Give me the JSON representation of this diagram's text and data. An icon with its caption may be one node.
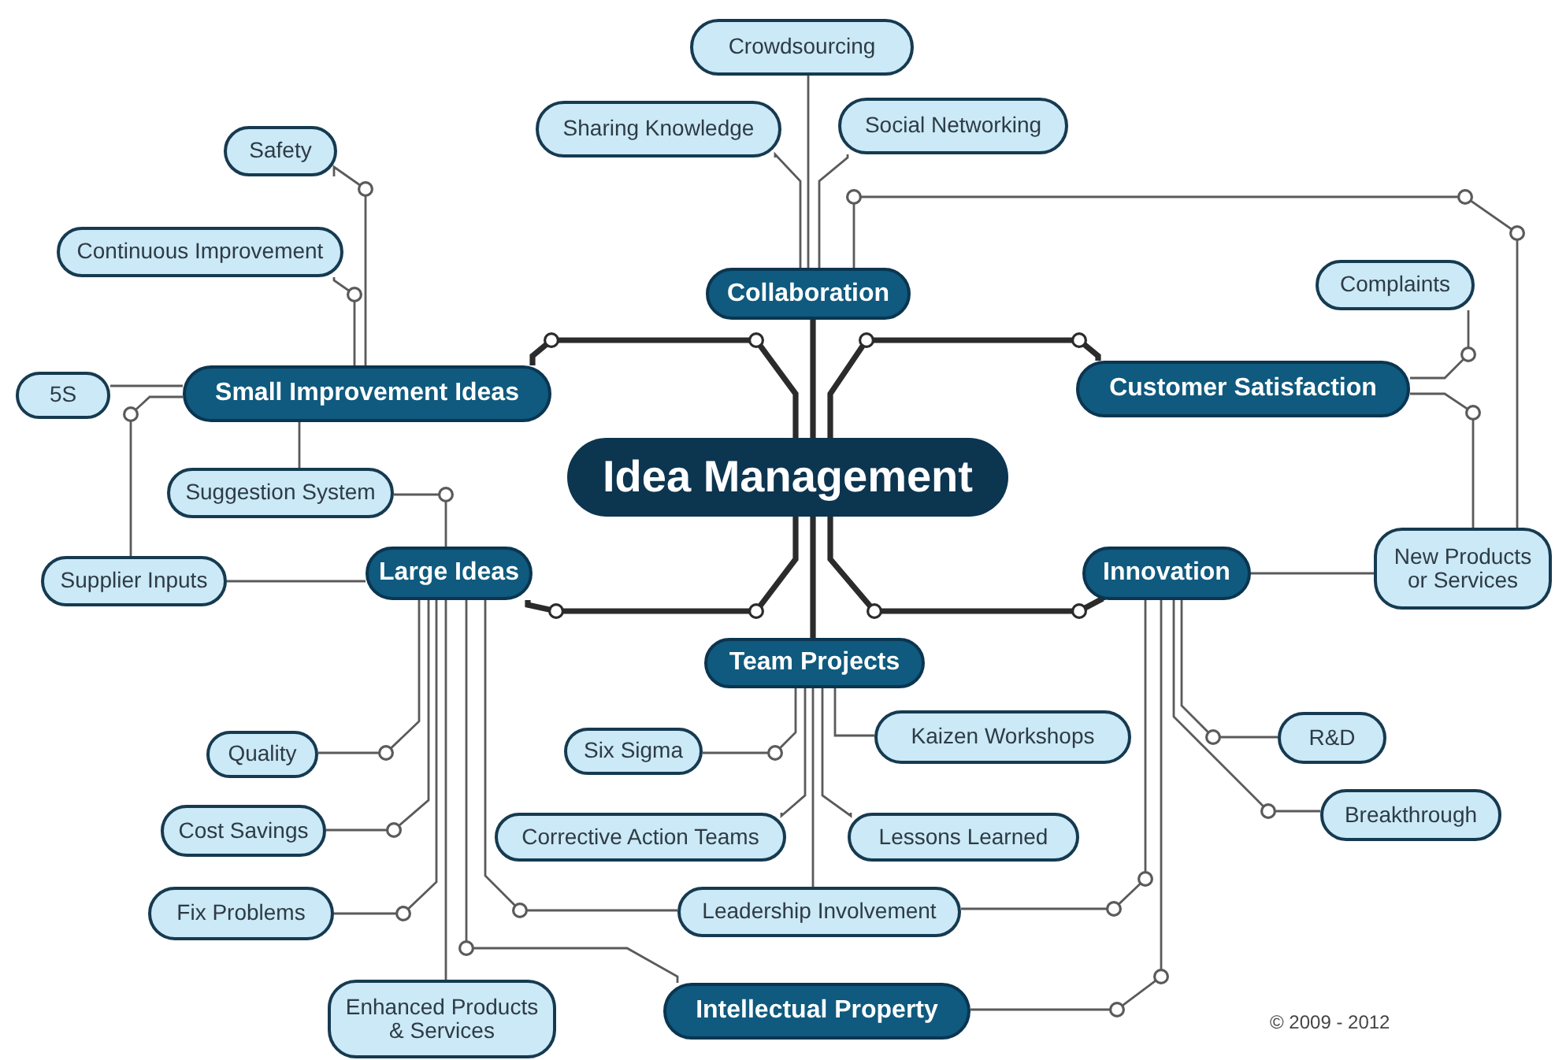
{
  "diagram": {
    "nodes": [
      {
        "text": [
          "Idea Management"
        ]
      },
      {
        "text": [
          "Collaboration"
        ]
      },
      {
        "text": [
          "Crowdsourcing"
        ]
      },
      {
        "text": [
          "Sharing Knowledge"
        ]
      },
      {
        "text": [
          "Social Networking"
        ]
      },
      {
        "text": [
          "Small Improvement Ideas"
        ]
      },
      {
        "text": [
          "Safety"
        ]
      },
      {
        "text": [
          "Continuous Improvement"
        ]
      },
      {
        "text": [
          "5S"
        ]
      },
      {
        "text": [
          "Suggestion System"
        ]
      },
      {
        "text": [
          "Supplier Inputs"
        ]
      },
      {
        "text": [
          "Large Ideas"
        ]
      },
      {
        "text": [
          "Customer Satisfaction"
        ]
      },
      {
        "text": [
          "Complaints"
        ]
      },
      {
        "text": [
          "New Products or Services"
        ]
      },
      {
        "text": [
          "Innovation"
        ]
      },
      {
        "text": [
          "Team Projects"
        ]
      },
      {
        "text": [
          "Six Sigma"
        ]
      },
      {
        "text": [
          "Kaizen Workshops"
        ]
      },
      {
        "text": [
          "Corrective Action Teams"
        ]
      },
      {
        "text": [
          "Lessons Learned"
        ]
      },
      {
        "text": [
          "Leadership Involvement"
        ]
      },
      {
        "text": [
          "Quality"
        ]
      },
      {
        "text": [
          "Cost Savings"
        ]
      },
      {
        "text": [
          "Fix Problems"
        ]
      },
      {
        "text": [
          "Enhanced Products & Services"
        ]
      },
      {
        "text": [
          "Intellectual Property"
        ]
      },
      {
        "text": [
          "R&D"
        ]
      },
      {
        "text": [
          "Breakthrough"
        ]
      }
    ],
    "edges": [
      {
        "from": 0,
        "to": 1,
        "arrow": "none",
        "style": "thick"
      },
      {
        "from": 0,
        "to": 5,
        "arrow": "none",
        "style": "thick"
      },
      {
        "from": 0,
        "to": 12,
        "arrow": "none",
        "style": "thick"
      },
      {
        "from": 0,
        "to": 11,
        "arrow": "none",
        "style": "thick"
      },
      {
        "from": 0,
        "to": 15,
        "arrow": "none",
        "style": "thick"
      },
      {
        "from": 0,
        "to": 16,
        "arrow": "none",
        "style": "thick"
      },
      {
        "from": 1,
        "to": 2,
        "arrow": "none"
      },
      {
        "from": 1,
        "to": 3,
        "arrow": "none"
      },
      {
        "from": 1,
        "to": 4,
        "arrow": "none"
      },
      {
        "from": 1,
        "to": 14,
        "arrow": "none"
      },
      {
        "from": 5,
        "to": 6,
        "arrow": "none"
      },
      {
        "from": 5,
        "to": 7,
        "arrow": "none"
      },
      {
        "from": 5,
        "to": 8,
        "arrow": "none"
      },
      {
        "from": 5,
        "to": 9,
        "arrow": "none"
      },
      {
        "from": 5,
        "to": 10,
        "arrow": "none"
      },
      {
        "from": 11,
        "to": 10,
        "arrow": "none"
      },
      {
        "from": 11,
        "to": 9,
        "arrow": "none"
      },
      {
        "from": 11,
        "to": 22,
        "arrow": "none"
      },
      {
        "from": 11,
        "to": 23,
        "arrow": "none"
      },
      {
        "from": 11,
        "to": 24,
        "arrow": "none"
      },
      {
        "from": 11,
        "to": 25,
        "arrow": "none"
      },
      {
        "from": 11,
        "to": 26,
        "arrow": "none"
      },
      {
        "from": 11,
        "to": 21,
        "arrow": "none"
      },
      {
        "from": 12,
        "to": 13,
        "arrow": "none"
      },
      {
        "from": 12,
        "to": 14,
        "arrow": "none"
      },
      {
        "from": 15,
        "to": 14,
        "arrow": "none"
      },
      {
        "from": 15,
        "to": 27,
        "arrow": "none"
      },
      {
        "from": 15,
        "to": 28,
        "arrow": "none"
      },
      {
        "from": 15,
        "to": 21,
        "arrow": "none"
      },
      {
        "from": 15,
        "to": 26,
        "arrow": "none"
      },
      {
        "from": 16,
        "to": 17,
        "arrow": "none"
      },
      {
        "from": 16,
        "to": 18,
        "arrow": "none"
      },
      {
        "from": 16,
        "to": 19,
        "arrow": "none"
      },
      {
        "from": 16,
        "to": 20,
        "arrow": "none"
      },
      {
        "from": 16,
        "to": 21,
        "arrow": "none"
      }
    ],
    "labels": [
      "© 2009 - 2012"
    ]
  }
}
